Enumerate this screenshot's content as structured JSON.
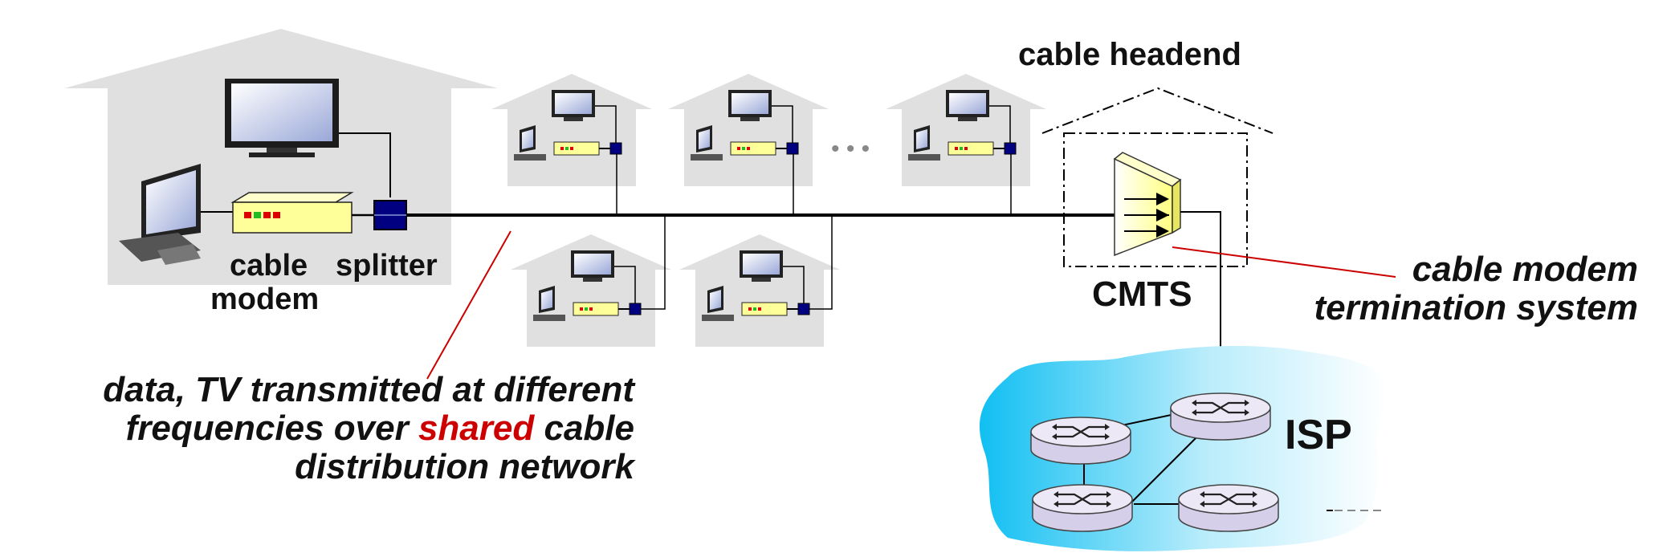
{
  "labels": {
    "cable_headend": "cable headend",
    "cable": "cable",
    "modem": "modem",
    "splitter": "splitter",
    "cmts": "CMTS",
    "isp": "ISP",
    "cmts_desc_line1": "cable modem",
    "cmts_desc_line2": "termination system",
    "ellipsis": "• • •",
    "caption_line1": "data, TV transmitted at different",
    "caption_line2_pre": "frequencies over ",
    "caption_line2_highlight": "shared",
    "caption_line2_post": " cable",
    "caption_line3": "distribution network"
  },
  "colors": {
    "house": "#e0e0e0",
    "modem": "#ffff99",
    "splitter": "#000080",
    "highlight": "#cc0000",
    "annotation_line": "#cc0000",
    "isp_cloud": "#33c6f2",
    "router": "#d9d2ec"
  },
  "icons": [
    "house-icon",
    "tv-icon",
    "computer-icon",
    "cable-modem-icon",
    "splitter-icon",
    "cmts-icon",
    "router-icon"
  ]
}
